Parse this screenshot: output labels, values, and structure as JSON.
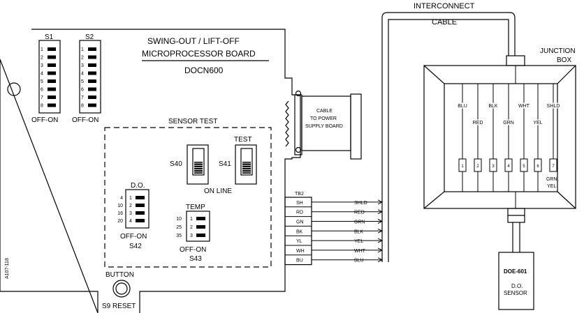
{
  "board": {
    "title_line1": "SWING-OUT / LIFT-OFF",
    "title_line2": "MICROPROCESSOR BOARD",
    "model": "DOCN600",
    "figure_id": "A107-118"
  },
  "switches": {
    "s1": {
      "label": "S1",
      "positions": [
        "1",
        "2",
        "3",
        "4",
        "5",
        "6",
        "7",
        "8"
      ],
      "range": "OFF-ON"
    },
    "s2": {
      "label": "S2",
      "positions": [
        "1",
        "2",
        "3",
        "4",
        "5",
        "6",
        "7",
        "8"
      ],
      "range": "OFF-ON"
    }
  },
  "sensor_test": {
    "title": "SENSOR TEST",
    "test_label": "TEST",
    "online_label": "ON LINE",
    "s40": "S40",
    "s41": "S41"
  },
  "do_switch": {
    "title": "D.O.",
    "values": [
      "4",
      "10",
      "16",
      "20"
    ],
    "positions": [
      "1",
      "2",
      "3",
      "4"
    ],
    "range": "OFF-ON",
    "name": "S42"
  },
  "temp_switch": {
    "title": "TEMP",
    "values": [
      "10",
      "25",
      "35"
    ],
    "positions": [
      "1",
      "2",
      "3"
    ],
    "range": "OFF-ON",
    "name": "S43"
  },
  "button": {
    "title": "BUTTON",
    "name": "S9 RESET"
  },
  "power_cable": {
    "line1": "CABLE",
    "line2": "TO POWER",
    "line3": "SUPPLY BOARD"
  },
  "tb2": {
    "label": "TB2",
    "terminals": [
      "SH",
      "RD",
      "GN",
      "BK",
      "YL",
      "WH",
      "BU"
    ],
    "wires": [
      "SHLD",
      "RED",
      "GRN",
      "BLK",
      "YEL",
      "WHT",
      "BLU"
    ]
  },
  "interconnect": {
    "line1": "INTERCONNECT",
    "line2": "CABLE"
  },
  "junction_box": {
    "line1": "JUNCTION",
    "line2": "BOX",
    "top_wires": [
      "BLU",
      "BLK",
      "WHT",
      "SHLD"
    ],
    "mid_wires": [
      "RED",
      "GRN",
      "YEL"
    ],
    "terminals": [
      "1",
      "2",
      "3",
      "4",
      "5",
      "6",
      "7"
    ],
    "grn_yel_1": "GRN",
    "grn_yel_2": "YEL"
  },
  "sensor": {
    "model": "DOE-601",
    "line1": "D.O.",
    "line2": "SENSOR"
  }
}
